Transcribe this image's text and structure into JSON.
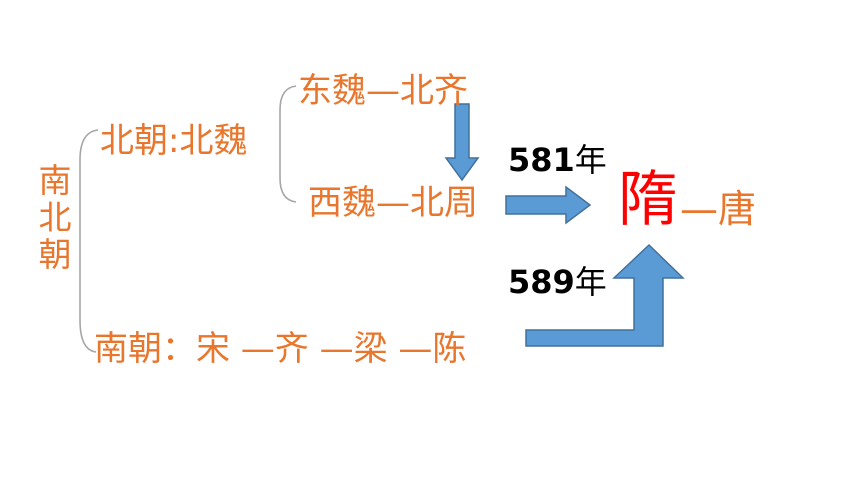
{
  "side_label": [
    "南",
    "北",
    "朝"
  ],
  "north": {
    "label": "北朝:北魏",
    "east": "东魏—北齐",
    "west": "西魏—北周"
  },
  "south": {
    "label": "南朝：宋 —齐 —梁 —陈"
  },
  "events": [
    {
      "year": "581",
      "unit": "年"
    },
    {
      "year": "589",
      "unit": "年"
    }
  ],
  "result": {
    "sui": "隋",
    "tang": "—唐"
  },
  "colors": {
    "text_orange": "#e8762d",
    "sui_red": "#ff0000",
    "arrow_fill": "#5b9bd5",
    "arrow_stroke": "#41719c",
    "bracket": "#a6a6a6"
  }
}
